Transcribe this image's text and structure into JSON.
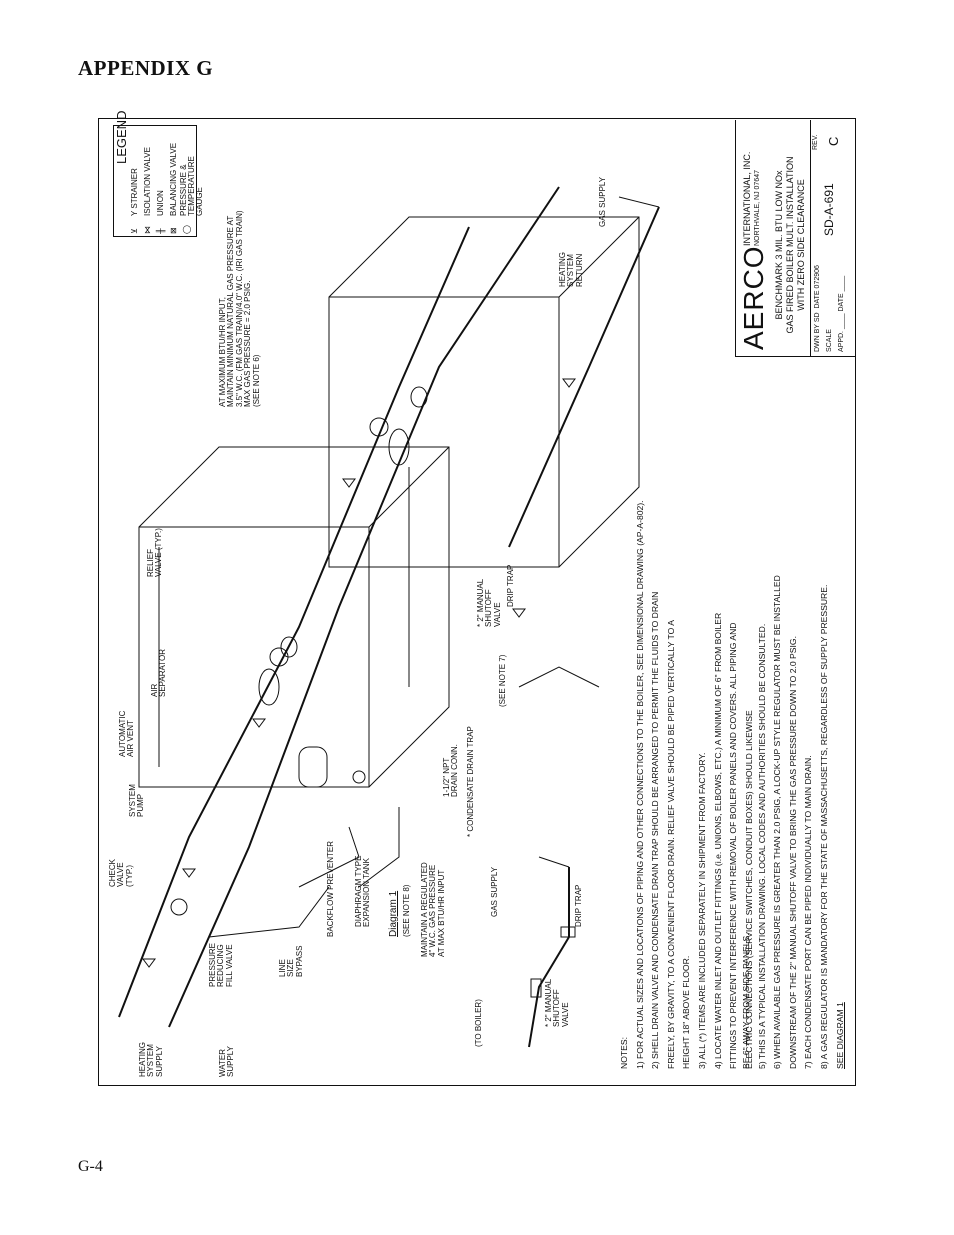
{
  "page": {
    "heading": "APPENDIX G",
    "footer": "G-4"
  },
  "legend": {
    "title": "LEGEND",
    "items": [
      {
        "symbol": "y-strainer-icon",
        "label": "Y STRAINER"
      },
      {
        "symbol": "isolation-valve-icon",
        "label": "ISOLATION VALVE"
      },
      {
        "symbol": "union-icon",
        "label": "UNION"
      },
      {
        "symbol": "balancing-valve-icon",
        "label": "BALANCING VALVE"
      },
      {
        "symbol": "gauge-icon",
        "label": "PRESSURE &",
        "label2": "TEMPERATURE GAUGE"
      }
    ]
  },
  "labels": {
    "heating_supply": [
      "HEATING",
      "SYSTEM",
      "SUPPLY"
    ],
    "water_supply": [
      "WATER",
      "SUPPLY"
    ],
    "check_valve": [
      "CHECK",
      "VALVE",
      "(TYP.)"
    ],
    "system_pump": [
      "SYSTEM",
      "PUMP"
    ],
    "air_vent": [
      "AUTOMATIC",
      "AIR VENT"
    ],
    "air_separator": [
      "AIR",
      "SEPARATOR"
    ],
    "relief_valve": [
      "RELIEF",
      "VALVE (TYP.)"
    ],
    "prv": [
      "PRESSURE",
      "REDUCING",
      "FILL VALVE"
    ],
    "line_bypass": [
      "LINE",
      "SIZE",
      "BYPASS"
    ],
    "backflow": [
      "BACKFLOW PREVENTER"
    ],
    "expansion_tank": [
      "DIAPHRAGM TYPE",
      "EXPANSION TANK"
    ],
    "drain_conn": [
      "1-1/2\" NPT",
      "DRAIN CONN."
    ],
    "condensate_trap": [
      "* CONDENSATE DRAIN TRAP"
    ],
    "see_note_7": [
      "(SEE NOTE 7)"
    ],
    "manual_shutoff": [
      "* 2\" MANUAL",
      "SHUTOFF",
      "VALVE"
    ],
    "drip_trap": [
      "DRIP TRAP"
    ],
    "gas_note": [
      "AT MAXIMUM BTU/HR INPUT,",
      "MAINTAIN MINIMUM NATURAL GAS PRESSURE AT",
      "3.5\" W.C. (FM GAS TRAIN)/4.0\" W.C. (IRI GAS TRAIN)",
      "MAX GAS PRESSURE = 2.0 PSIG.",
      "(SEE NOTE 6)"
    ],
    "heating_return": [
      "HEATING",
      "SYSTEM",
      "RETURN"
    ],
    "gas_supply": [
      "GAS SUPPLY"
    ]
  },
  "diagram1": {
    "title": "Diagram 1",
    "see_note": "(SEE NOTE 8)",
    "regulated": [
      "MAINTAIN A REGULATED",
      "4\" W.C. GAS PRESSURE",
      "AT MAX BTU/HR INPUT"
    ],
    "gas_supply": "GAS SUPPLY",
    "drip_trap": "DRIP TRAP",
    "manual": [
      "* 2\" MANUAL",
      "SHUTOFF",
      "VALVE"
    ],
    "to_boiler": "(TO BOILER)"
  },
  "notes": {
    "title": "NOTES:",
    "lines": [
      "1) FOR ACTUAL SIZES AND LOCATIONS OF PIPING AND OTHER CONNECTIONS TO THE BOILER, SEE DIMENSIONAL DRAWING (AP-A-802).",
      "2) SHELL DRAIN VALVE AND CONDENSATE DRAIN TRAP SHOULD BE ARRANGED TO PERMIT THE FLUIDS TO DRAIN",
      "    FREELY, BY GRAVITY, TO A CONVENIENT FLOOR DRAIN.  RELIEF VALVE SHOULD BE PIPED VERTICALLY TO A",
      "    HEIGHT 18\" ABOVE FLOOR.",
      "3) ALL (*) ITEMS ARE INCLUDED SEPARATELY IN SHIPMENT FROM FACTORY.",
      "4) LOCATE WATER INLET AND OUTLET FITTINGS (i.e. UNIONS, ELBOWS, ETC.) A MINIMUM OF 6\" FROM BOILER",
      "    FITTINGS TO PREVENT INTERFERENCE WITH REMOVAL OF BOILER PANELS AND COVERS.  ALL PIPING AND",
      "    ELECTRIC CONNECTIONS (SERVICE SWITCHES, CONDUIT BOXES) SHOULD LIKEWISE",
      "    BE 6\" AWAY FROM SIDE PANELS.",
      "5) THIS IS A TYPICAL INSTALLATION DRAWING.  LOCAL CODES AND AUTHORITIES SHOULD BE CONSULTED.",
      "6) WHEN AVAILABLE GAS PRESSURE IS GREATER THAN 2.0 PSIG, A LOCK-UP STYLE REGULATOR MUST BE INSTALLED",
      "    DOWNSTREAM OF THE 2\" MANUAL SHUTOFF VALVE TO BRING THE GAS PRESSURE DOWN TO 2.0 PSIG.",
      "7) EACH CONDENSATE PORT CAN BE PIPED INDIVIDUALLY TO MAIN DRAIN.",
      "8) A GAS REGULATOR IS MANDATORY FOR THE STATE OF MASSACHUSETTS, REGARDLESS OF SUPPLY PRESSURE."
    ],
    "see_diagram": "SEE DIAGRAM 1"
  },
  "title_block": {
    "logo": "AERCO",
    "company": "INTERNATIONAL, INC.",
    "address": "NORTHVALE, NJ  07647",
    "desc": [
      "BENCHMARK 3 MIL. BTU LOW NOx",
      "GAS FIRED BOILER MULT. INSTALLATION",
      "WITH ZERO SIDE CLEARANCE"
    ],
    "dwn_by": "DWN BY",
    "dwn_val": "SD",
    "date1": "DATE",
    "date1_val": "072906",
    "scale": "SCALE",
    "appd": "APPD.",
    "date2": "DATE",
    "dwg_no": "SD-A-691",
    "rev_label": "REV.",
    "rev": "C"
  }
}
